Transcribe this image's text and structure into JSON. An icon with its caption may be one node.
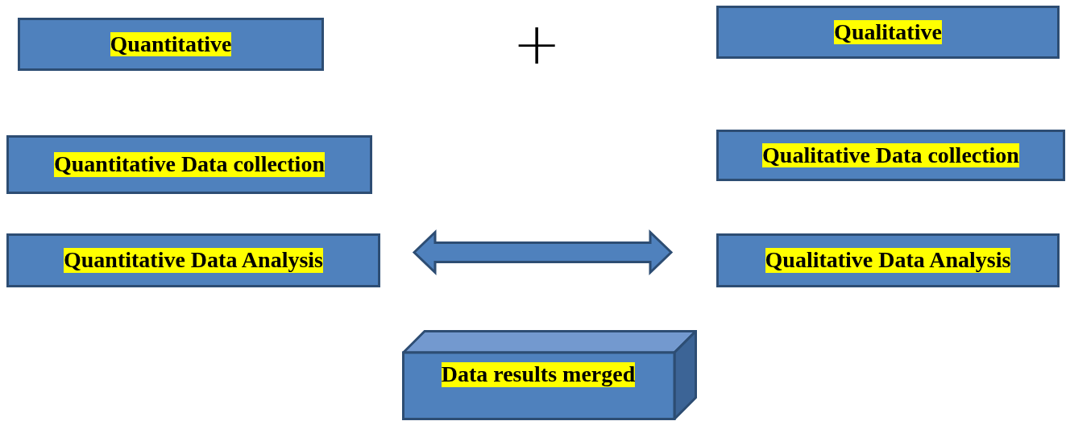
{
  "diagram": {
    "nodes": [
      {
        "text": [
          "Quantitative"
        ]
      },
      {
        "text": [
          "Qualitative"
        ]
      },
      {
        "text": [
          "Quantitative Data collection"
        ]
      },
      {
        "text": [
          "Qualitative Data collection"
        ]
      },
      {
        "text": [
          "Quantitative Data Analysis"
        ]
      },
      {
        "text": [
          "Qualitative Data Analysis"
        ]
      },
      {
        "text": [
          "Data results merged"
        ]
      }
    ],
    "edges": [
      {
        "from": 4,
        "to": 5,
        "arrow": "both",
        "style": "thick"
      }
    ],
    "labels": [
      "+"
    ]
  }
}
